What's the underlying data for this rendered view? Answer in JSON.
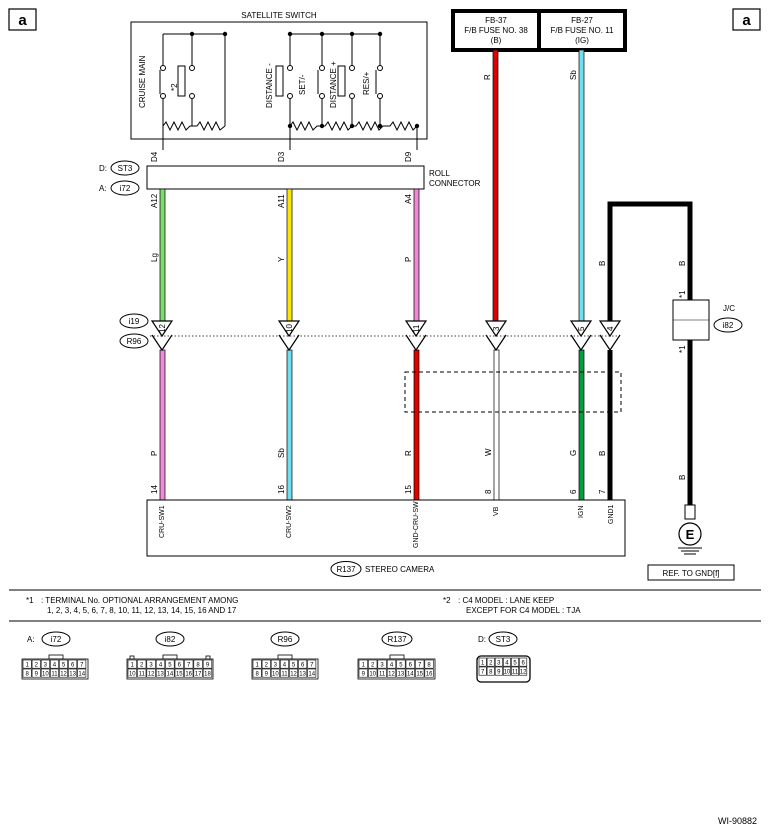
{
  "corner": {
    "left": "a",
    "right": "a"
  },
  "satellite_switch": {
    "title": "SATELLITE SWITCH",
    "labels": [
      "CRUISE MAIN",
      "*2",
      "DISTANCE -",
      "SET/-",
      "DISTANCE +",
      "RES/+"
    ]
  },
  "fuses": [
    {
      "id": "FB-37",
      "name": "F/B FUSE NO. 38",
      "cond": "(B)"
    },
    {
      "id": "FB-27",
      "name": "F/B FUSE NO. 11",
      "cond": "(IG)"
    }
  ],
  "roll_connector": {
    "label_line1": "ROLL",
    "label_line2": "CONNECTOR",
    "prefix_d": "D:",
    "tag_d": "ST3",
    "prefix_a": "A:",
    "tag_a": "i72",
    "pins_top": [
      "D4",
      "D3",
      "D9"
    ],
    "pins_bottom": [
      "A12",
      "A11",
      "A4"
    ]
  },
  "wire_colors_top": [
    "Lg",
    "Y",
    "P",
    "R",
    "Sb",
    "B",
    "B"
  ],
  "harness_tags": [
    "i19",
    "R96"
  ],
  "connector_pins": [
    "12",
    "10",
    "11",
    "3",
    "5",
    "4"
  ],
  "wire_colors_bottom": [
    "P",
    "Sb",
    "R",
    "W",
    "G",
    "B",
    "B"
  ],
  "camera_pins": [
    "14",
    "16",
    "15",
    "8",
    "6",
    "7"
  ],
  "camera_terms": [
    "CRU-SW1",
    "CRU-SW2",
    "GND-CRU-SW",
    "VB",
    "IGN",
    "GND1"
  ],
  "camera": {
    "tag": "R137",
    "name": "STEREO CAMERA"
  },
  "jc": {
    "label": "J/C",
    "tag": "i82",
    "mark": "*1"
  },
  "ground": {
    "symbol": "E",
    "ref": "REF. TO GND[f]"
  },
  "notes": {
    "n1_mark": "*1",
    "n1_line1": ": TERMINAL No. OPTIONAL ARRANGEMENT AMONG",
    "n1_line2": "1, 2, 3, 4, 5, 6, 7, 8, 10, 11, 12, 13, 14, 15, 16 AND 17",
    "n2_mark": "*2",
    "n2_line1": ": C4 MODEL  : LANE KEEP",
    "n2_line2": "EXCEPT FOR C4 MODEL  : TJA"
  },
  "legend": [
    {
      "prefix": "A:",
      "tag": "i72",
      "row1": [
        "1",
        "2",
        "3",
        "4",
        "5",
        "6",
        "7"
      ],
      "row2": [
        "8",
        "9",
        "10",
        "11",
        "12",
        "13",
        "14"
      ]
    },
    {
      "prefix": "",
      "tag": "i82",
      "row1": [
        "1",
        "2",
        "3",
        "4",
        "5",
        "6",
        "7",
        "8",
        "9"
      ],
      "row2": [
        "10",
        "11",
        "12",
        "13",
        "14",
        "15",
        "16",
        "17",
        "18"
      ]
    },
    {
      "prefix": "",
      "tag": "R96",
      "row1": [
        "1",
        "2",
        "3",
        "4",
        "5",
        "6",
        "7"
      ],
      "row2": [
        "8",
        "9",
        "10",
        "11",
        "12",
        "13",
        "14"
      ]
    },
    {
      "prefix": "",
      "tag": "R137",
      "row1": [
        "1",
        "2",
        "3",
        "4",
        "5",
        "6",
        "7",
        "8"
      ],
      "row2": [
        "9",
        "10",
        "11",
        "12",
        "13",
        "14",
        "15",
        "16"
      ]
    },
    {
      "prefix": "D:",
      "tag": "ST3",
      "row1": [
        "1",
        "2",
        "3",
        "4",
        "5",
        "6"
      ],
      "row2": [
        "7",
        "8",
        "9",
        "10",
        "11",
        "12"
      ]
    }
  ],
  "colors": {
    "Lg": "#7ddc6e",
    "Y": "#ffe600",
    "P": "#f08ad8",
    "R": "#e00000",
    "Sb": "#6ee0f0",
    "B": "#000000",
    "W": "#ffffff",
    "G": "#00a040"
  },
  "doc_id": "WI-90882"
}
